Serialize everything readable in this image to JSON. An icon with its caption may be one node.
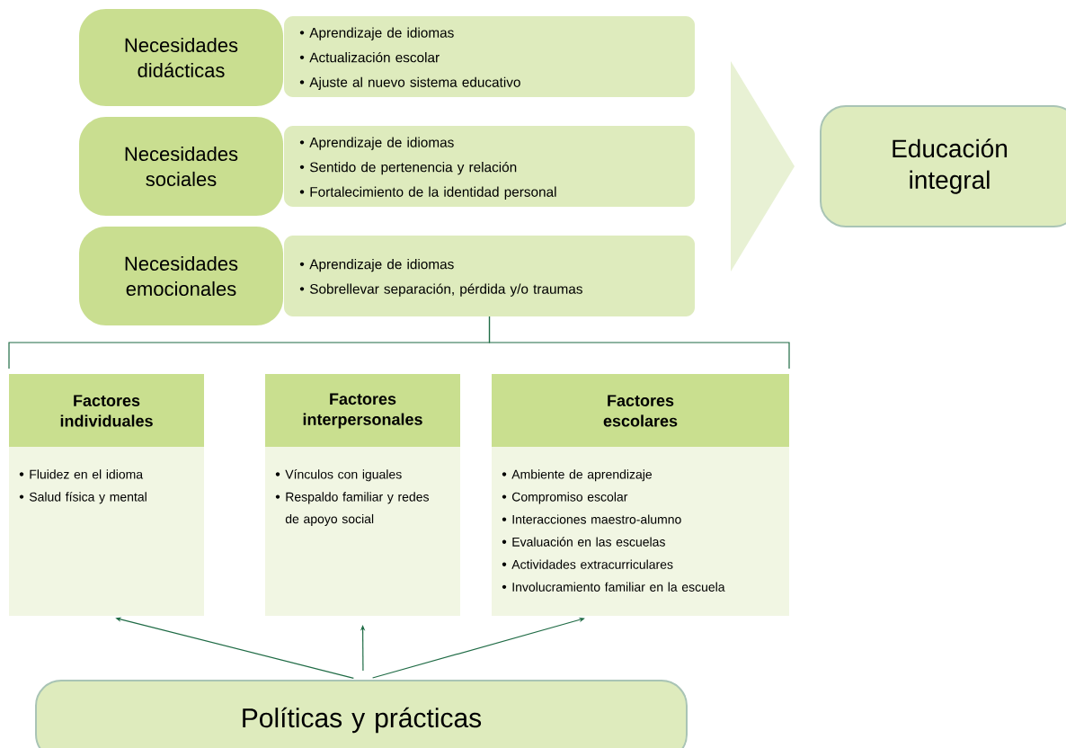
{
  "diagram": {
    "nodes": [
      {
        "text": [
          "Necesidades didácticas"
        ]
      },
      {
        "text": [
          "Aprendizaje de idiomas",
          "Actualización escolar",
          "Ajuste al nuevo sistema educativo"
        ]
      },
      {
        "text": [
          "Necesidades sociales"
        ]
      },
      {
        "text": [
          "Aprendizaje de idiomas",
          "Sentido de pertenencia y relación",
          "Fortalecimiento de la identidad personal"
        ]
      },
      {
        "text": [
          "Necesidades emocionales"
        ]
      },
      {
        "text": [
          "Aprendizaje de idiomas",
          "Sobrellevar separación, pérdida y/o traumas"
        ]
      },
      {
        "text": [
          "Educación integral"
        ]
      },
      {
        "text": [
          "Factores individuales",
          "Fluidez en el idioma",
          "Salud física y mental"
        ]
      },
      {
        "text": [
          "Factores interpersonales",
          "Vínculos con iguales",
          "Respaldo familiar y redes de apoyo social"
        ]
      },
      {
        "text": [
          "Factores escolares",
          "Ambiente de aprendizaje",
          "Compromiso escolar",
          "Interacciones maestro-alumno",
          "Evaluación en las escuelas",
          "Actividades extracurriculares",
          "Involucramiento familiar en la escuela"
        ]
      },
      {
        "text": [
          "Políticas y prácticas"
        ]
      }
    ],
    "edges": [
      {
        "from": 3,
        "to": 6,
        "arrow": "to",
        "style": "thick",
        "color": "#e8f1d4"
      },
      {
        "from": 5,
        "to": 7,
        "arrow": "none"
      },
      {
        "from": 5,
        "to": 9,
        "arrow": "none"
      },
      {
        "from": 10,
        "to": 7,
        "arrow": "to"
      },
      {
        "from": 10,
        "to": 8,
        "arrow": "to"
      },
      {
        "from": 10,
        "to": 9,
        "arrow": "to"
      }
    ]
  }
}
